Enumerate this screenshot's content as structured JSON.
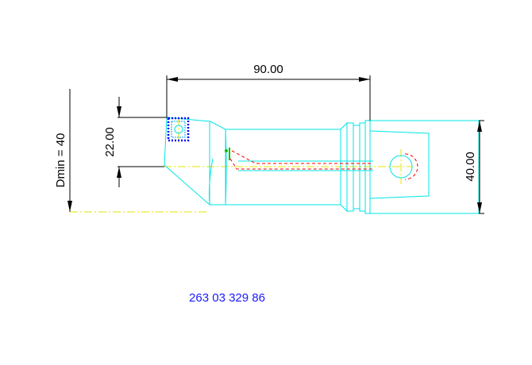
{
  "drawing": {
    "dimensions": {
      "length": "90.00",
      "height": "22.00",
      "diameter": "40.00",
      "dmin": "Dmin = 40"
    },
    "part_number": "263 03 329 86"
  },
  "colors": {
    "background": "#ffffff",
    "outline": "#00e5e5",
    "centerline": "#e5e500",
    "hidden": "#ff0000",
    "insert": "#0000ff",
    "insert_inner": "#00a0ff",
    "dimension": "#000000",
    "part_number": "#1a1aff",
    "marker": "#00c000"
  }
}
